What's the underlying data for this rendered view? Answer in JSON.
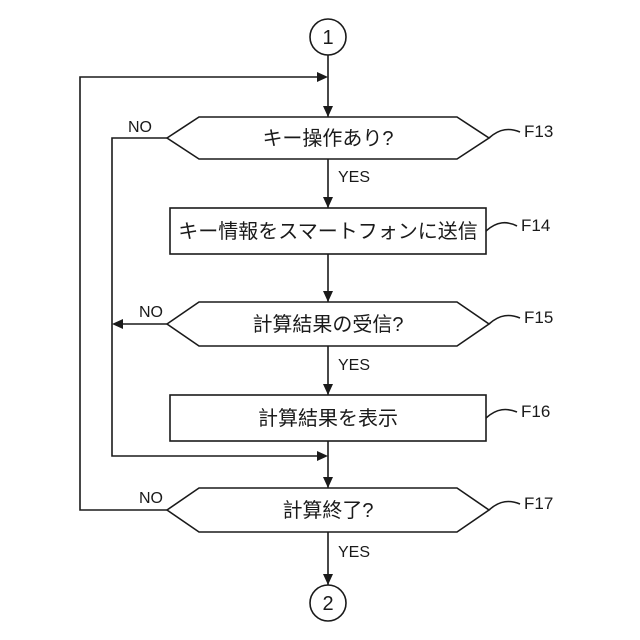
{
  "connectors": {
    "start": "1",
    "end": "2"
  },
  "steps": {
    "f13": {
      "text": "キー操作あり?",
      "ref": "F13"
    },
    "f14": {
      "text": "キー情報をスマートフォンに送信",
      "ref": "F14"
    },
    "f15": {
      "text": "計算結果の受信?",
      "ref": "F15"
    },
    "f16": {
      "text": "計算結果を表示",
      "ref": "F16"
    },
    "f17": {
      "text": "計算終了?",
      "ref": "F17"
    }
  },
  "labels": {
    "no_f13": "NO",
    "yes_f13": "YES",
    "no_f15": "NO",
    "yes_f15": "YES",
    "no_f17": "NO",
    "yes_f17": "YES"
  }
}
